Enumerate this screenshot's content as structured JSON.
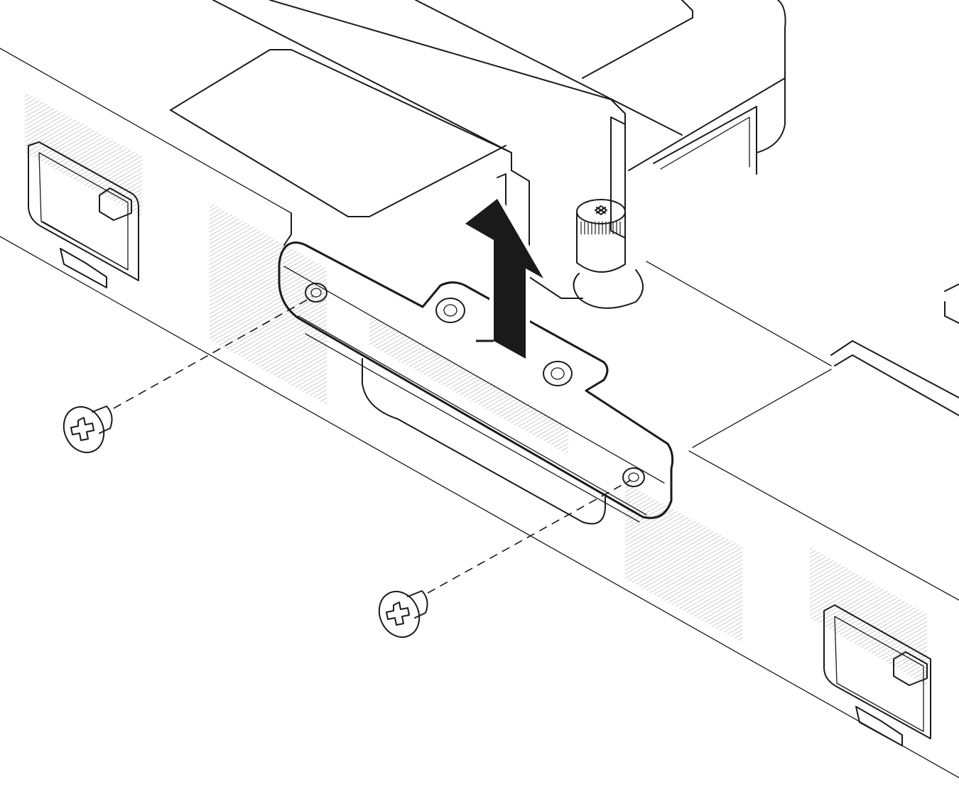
{
  "diagram": {
    "colors": {
      "line": "#1a1a1a",
      "background": "#ffffff",
      "bracket_fill": "#d3d3d3",
      "arrow_fill": "#1a1a1a",
      "hatch": "#9a9a9a"
    },
    "icons": [
      "arrow-up-icon",
      "screw-icon",
      "thumbscrew-icon"
    ],
    "parts": [
      "chassis",
      "bracket",
      "screw",
      "screw",
      "thumbscrew",
      "removal-arrow"
    ]
  }
}
